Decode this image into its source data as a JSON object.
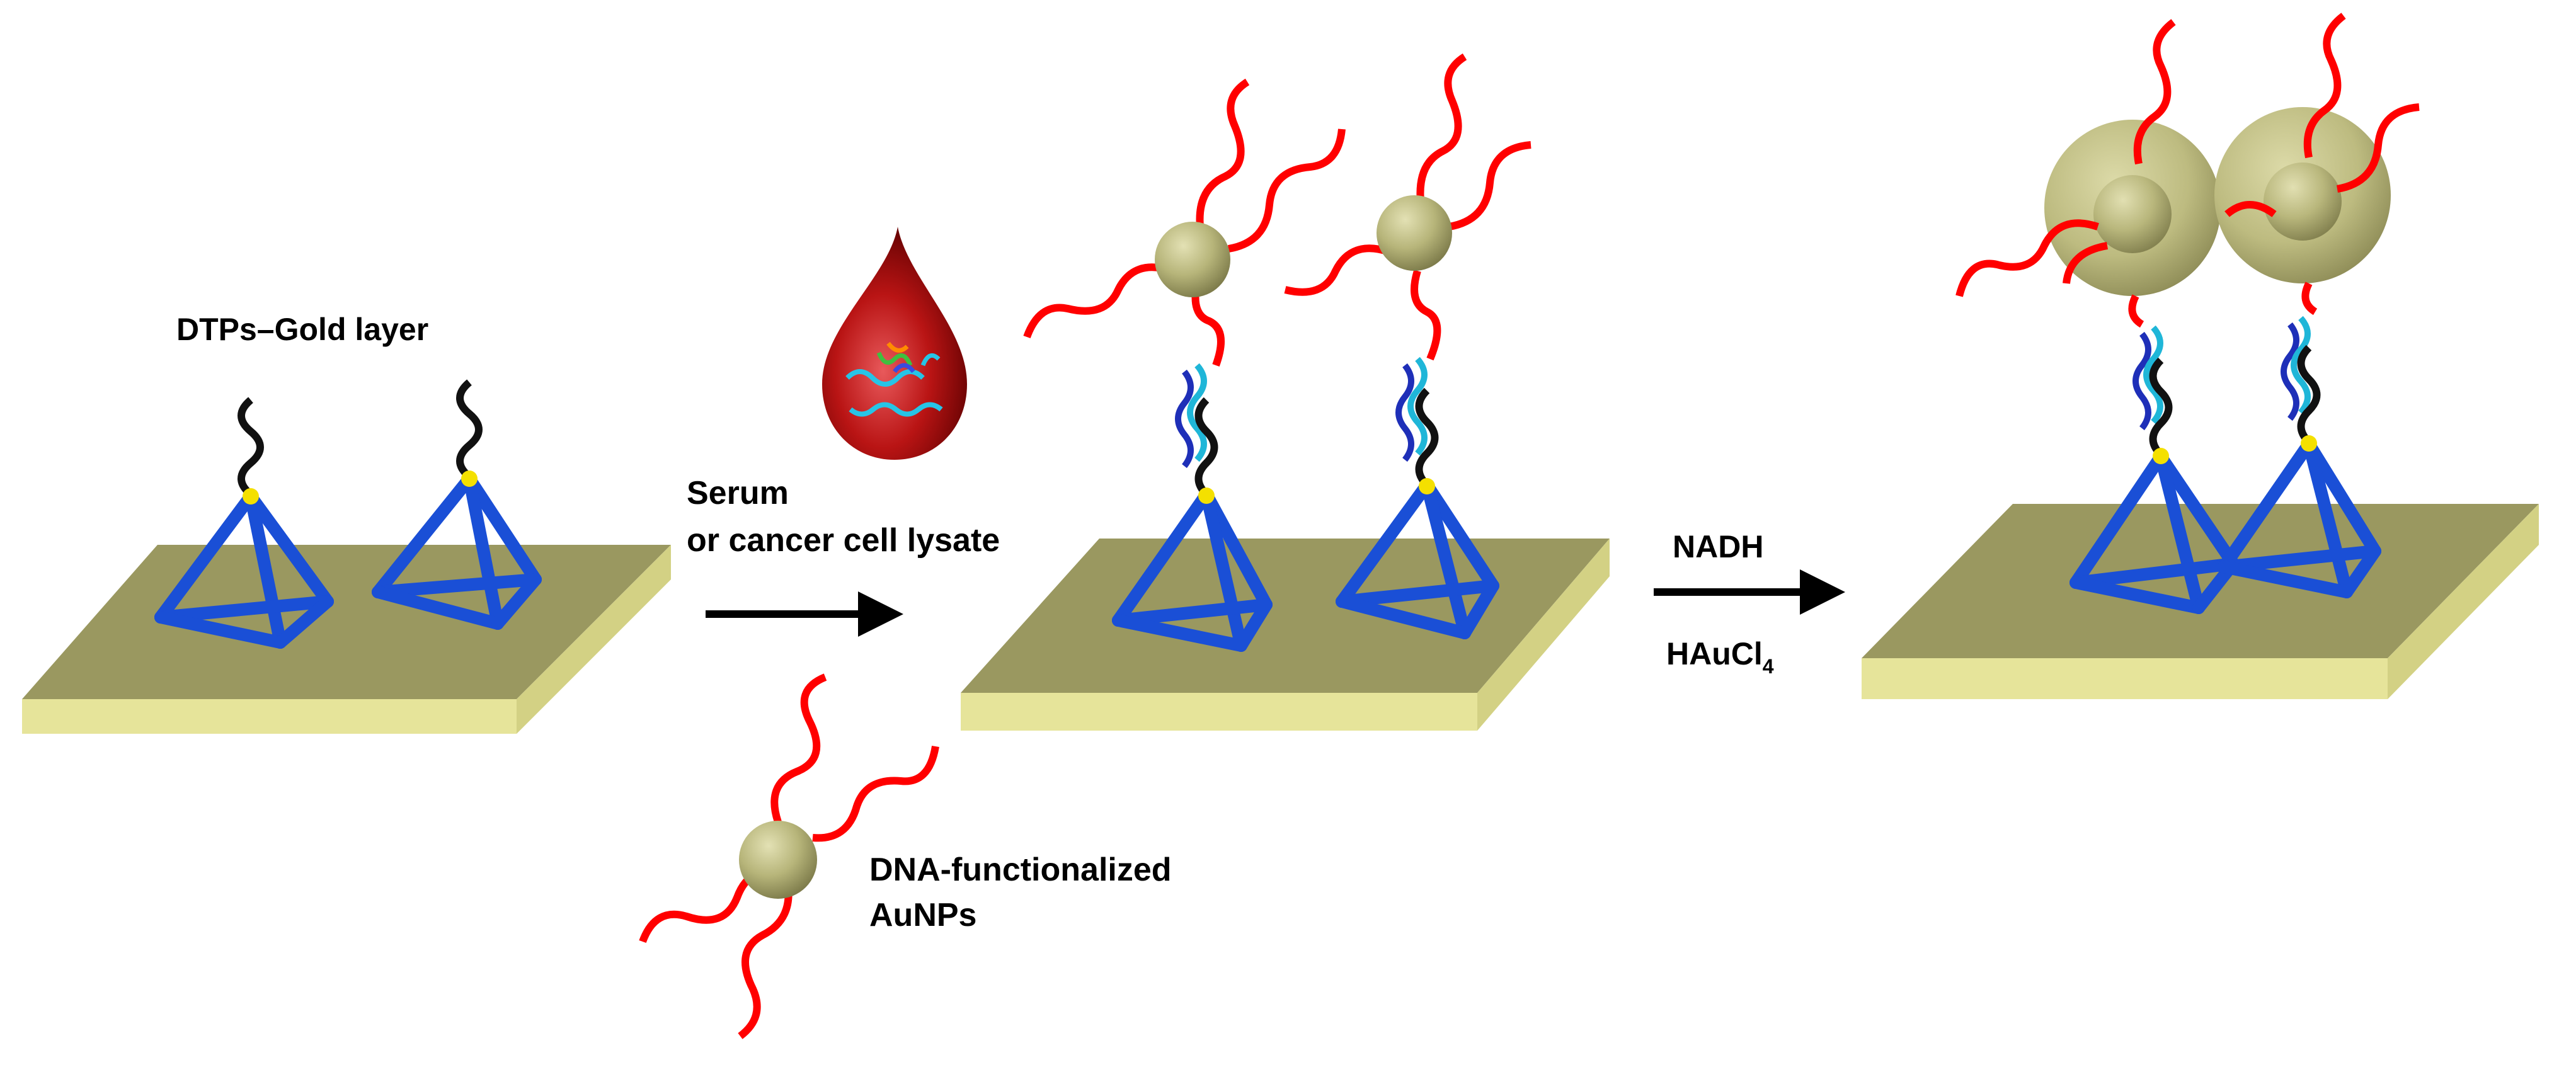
{
  "labels": {
    "dtp_layer": "DTPs–Gold layer",
    "sample_line1": "Serum",
    "sample_line2": "or cancer cell lysate",
    "probe_line1": "DNA-functionalized",
    "probe_line2": "AuNPs",
    "reagent_top": "NADH",
    "reagent_bottom_main": "HAuCl",
    "reagent_bottom_sub": "4"
  },
  "colors": {
    "substrate_top": "#9a9860",
    "substrate_side": "#e6e49a",
    "tetrahedron": "#1a4fd6",
    "thiol_linker": "#111111",
    "anchor": "#f4e000",
    "signal_dna": "#ff0000",
    "target_dna_1": "#1e2fb8",
    "target_dna_2": "#1fb6d8",
    "gold_np": "#b7b57a",
    "grown_gold": "#c2c283",
    "blood": "#a80d0d",
    "arrow": "#000000"
  },
  "icons": [
    "substrate-icon",
    "tetrahedron-icon",
    "blood-drop-icon",
    "gold-nanoparticle-icon",
    "arrow-icon"
  ]
}
